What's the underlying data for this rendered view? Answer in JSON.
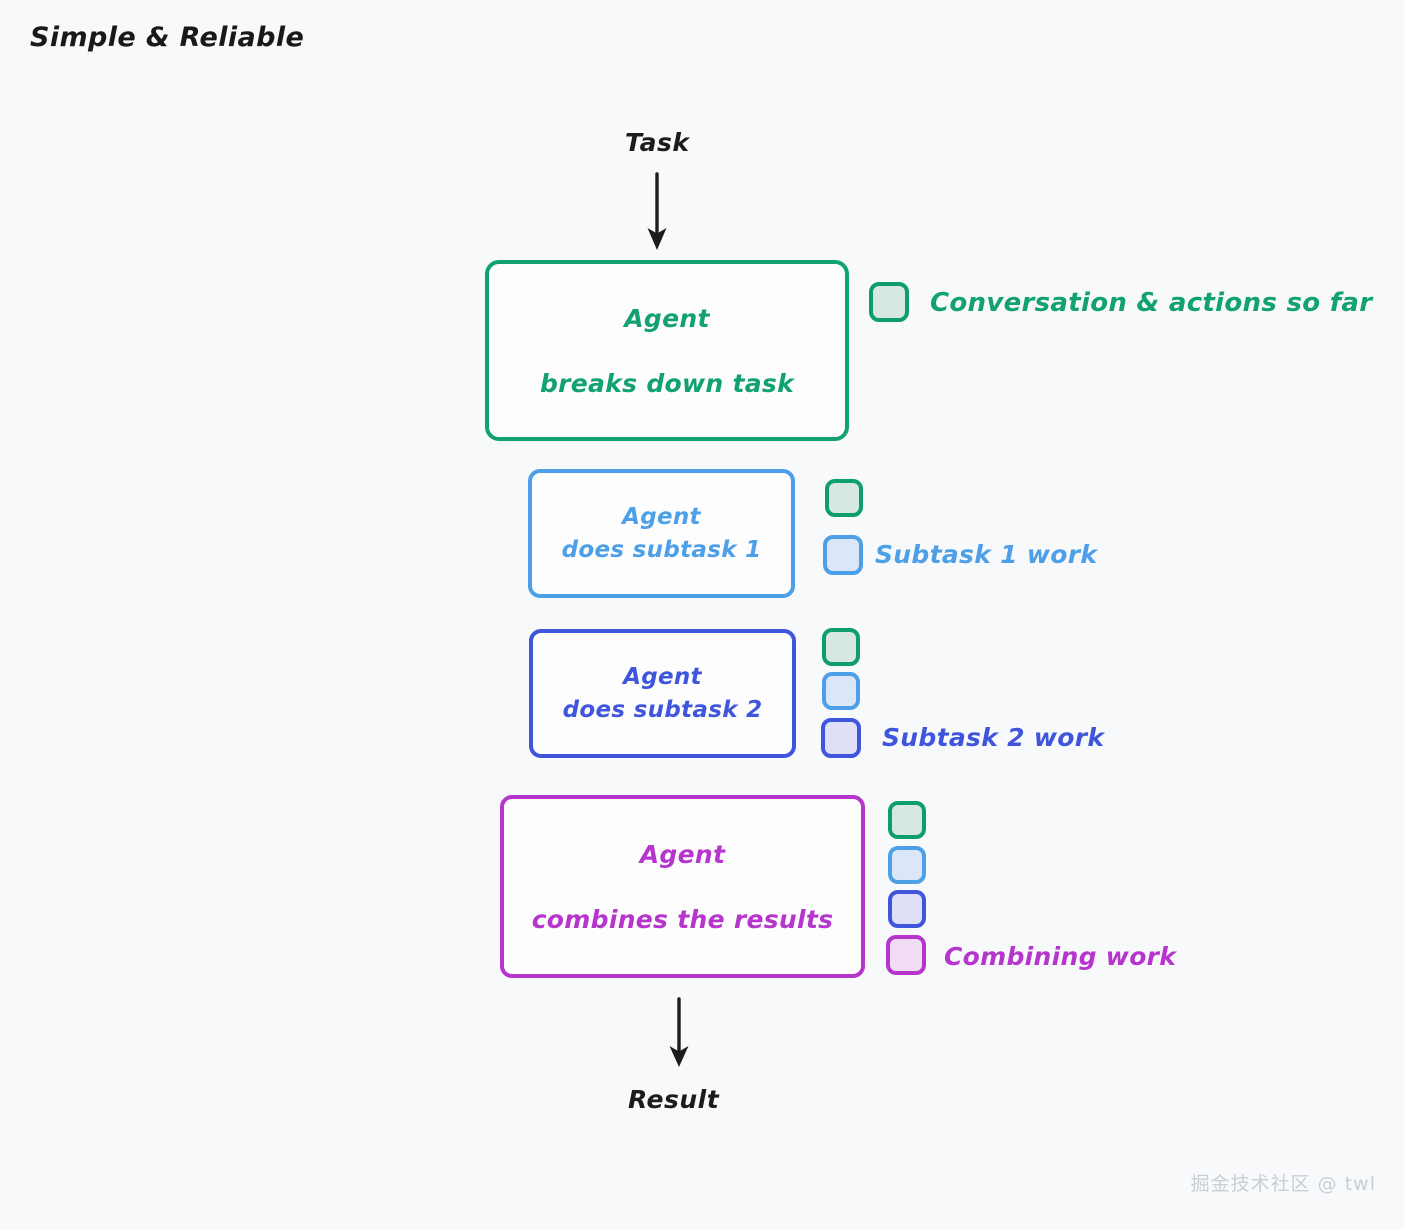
{
  "title": "Simple & Reliable",
  "flow": {
    "start_label": "Task",
    "end_label": "Result"
  },
  "stages": [
    {
      "id": "breakdown",
      "line1": "Agent",
      "line2": "breaks down task",
      "color": "#11a173"
    },
    {
      "id": "subtask1",
      "line1": "Agent",
      "line2": "does subtask 1",
      "color": "#4d9fe8"
    },
    {
      "id": "subtask2",
      "line1": "Agent",
      "line2": "does subtask 2",
      "color": "#3f56dc"
    },
    {
      "id": "combine",
      "line1": "Agent",
      "line2": "combines the results",
      "color": "#b635cd"
    }
  ],
  "legend": [
    {
      "id": "conversation",
      "label": "Conversation & actions so far",
      "color": "#11a173",
      "chips": 1
    },
    {
      "id": "subtask1",
      "label": "Subtask 1 work",
      "color": "#4d9fe8",
      "chips": 2
    },
    {
      "id": "subtask2",
      "label": "Subtask 2 work",
      "color": "#3f56dc",
      "chips": 3
    },
    {
      "id": "combining",
      "label": "Combining work",
      "color": "#b635cd",
      "chips": 4
    }
  ],
  "icons": {
    "chip_green": "rounded-square-icon",
    "chip_blue": "rounded-square-icon",
    "chip_indigo": "rounded-square-icon",
    "chip_purple": "rounded-square-icon",
    "arrow_down": "arrow-down-icon"
  },
  "colors": {
    "background": "#f8f9fb",
    "green": "#11a173",
    "green_fill": "#d7e8e0",
    "blue": "#4d9fe8",
    "blue_fill": "#dbe7f8",
    "indigo": "#3f56dc",
    "indigo_fill": "#dde0f6",
    "purple": "#b635cd",
    "purple_fill": "#f0dcf3",
    "text": "#1a1c1e",
    "watermark": "#c9cdd4"
  },
  "watermark": "掘金技术社区 @ twl"
}
